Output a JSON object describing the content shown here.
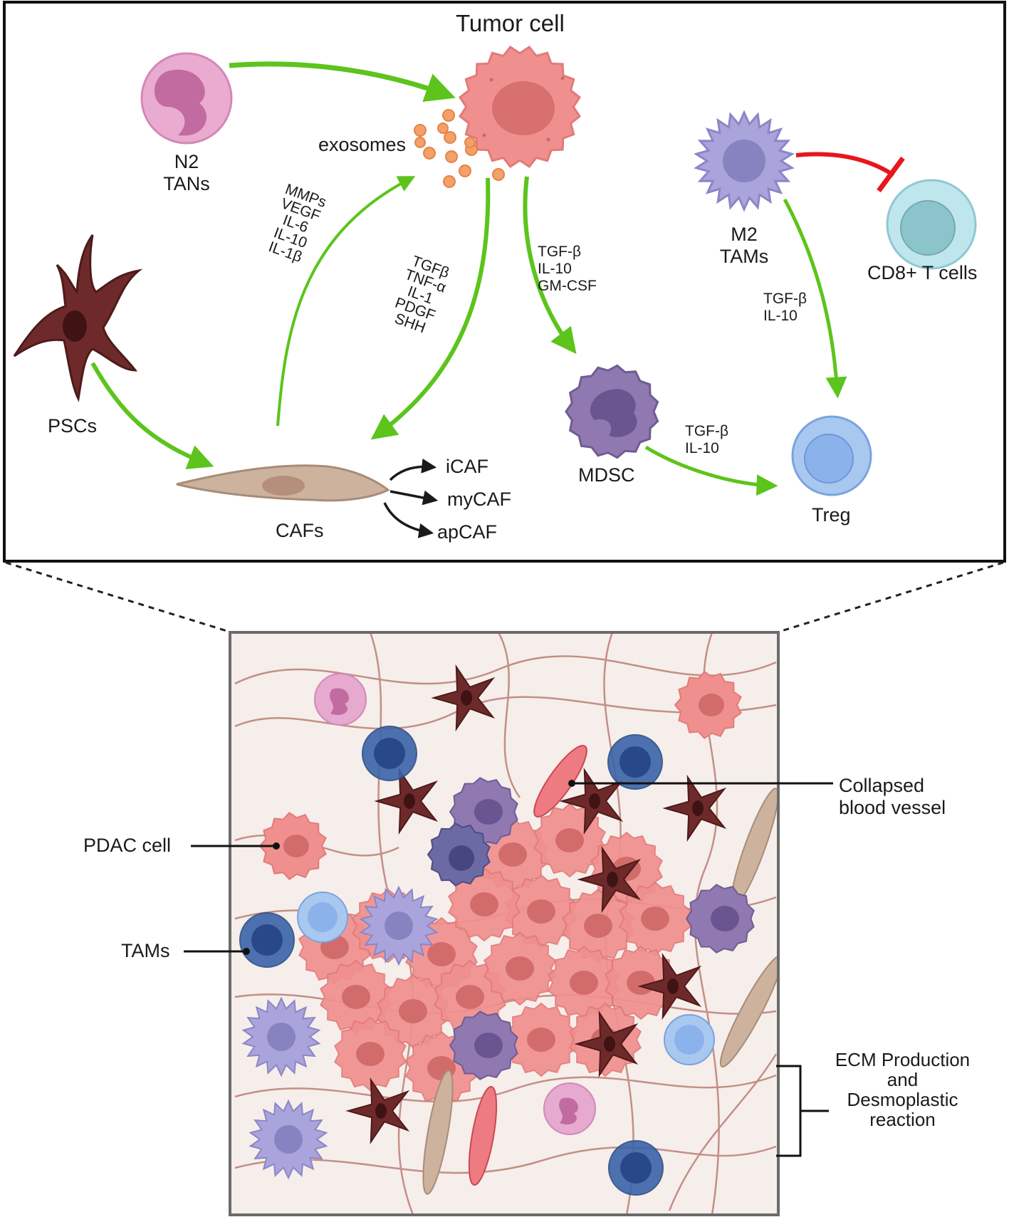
{
  "diagram": {
    "title": "Tumor cell",
    "cells": {
      "n2_tans": [
        "N2",
        "TANs"
      ],
      "exosomes": "exosomes",
      "pscs": "PSCs",
      "cafs": "CAFs",
      "mdsc": "MDSC",
      "treg": "Treg",
      "m2_tams": [
        "M2",
        "TAMs"
      ],
      "cd8_t_cells": "CD8+ T cells"
    },
    "caf_subtypes": [
      "iCAF",
      "myCAF",
      "apCAF"
    ],
    "signals": {
      "caf_to_tumor": [
        "MMPs",
        "VEGF",
        "IL-6",
        "IL-10",
        "IL-1β"
      ],
      "tumor_to_caf": [
        "TGFβ",
        "TNF-α",
        "IL-1",
        "PDGF",
        "SHH"
      ],
      "tumor_to_mdsc": [
        "TGF-β",
        "IL-10",
        "GM-CSF"
      ],
      "tams_to_treg": [
        "TGF-β",
        "IL-10"
      ],
      "mdsc_to_treg": [
        "TGF-β",
        "IL-10"
      ]
    }
  },
  "tissue": {
    "callouts": {
      "collapsed_vessel": [
        "Collapsed",
        "blood vessel"
      ],
      "pdac_cell": "PDAC cell",
      "tams": "TAMs",
      "ecm": [
        "ECM Production",
        "and",
        "Desmoplastic",
        "reaction"
      ]
    }
  },
  "colors": {
    "activation_arrow": "#5cc41c",
    "inhibition_arrow": "#e8161d",
    "tumor_cell": "#f0908e",
    "stellate_cell": "#6e2a2a",
    "fibroblast": "#cdb29e",
    "neutrophil": "#e6a9cf",
    "mdsc": "#8f79b0",
    "m2_macrophage": "#a9a4dc",
    "cd8_t_cell": "#bfe6ec",
    "treg": "#a8c8f0",
    "b_lymphocyte": "#3a64a8"
  }
}
